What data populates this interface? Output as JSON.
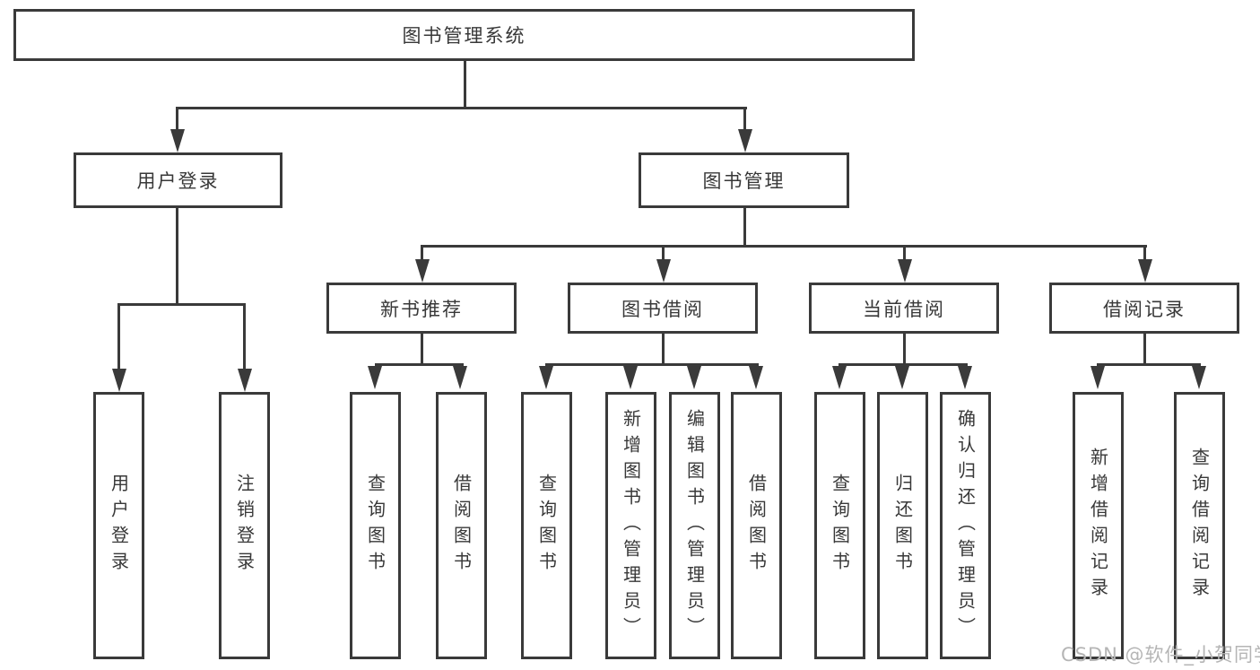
{
  "tree": {
    "root": "图书管理系统",
    "level2": [
      "用户登录",
      "图书管理"
    ],
    "level3": [
      "新书推荐",
      "图书借阅",
      "当前借阅",
      "借阅记录"
    ],
    "leaves_user_login": [
      "用户登录",
      "注销登录"
    ],
    "leaves_new_book": [
      "查询图书",
      "借阅图书"
    ],
    "leaves_book_borrow": [
      "查询图书",
      "新增图书（管理员）",
      "编辑图书（管理员）",
      "借阅图书"
    ],
    "leaves_current_borrow": [
      "查询图书",
      "归还图书",
      "确认归还（管理员）"
    ],
    "leaves_borrow_records": [
      "新增借阅记录",
      "查询借阅记录"
    ]
  },
  "watermark": "CSDN @软件_小贺同学",
  "colors": {
    "line": "#3a3a3a",
    "text": "#383838",
    "background": "#ffffff",
    "watermark": "#b5b5b5"
  }
}
